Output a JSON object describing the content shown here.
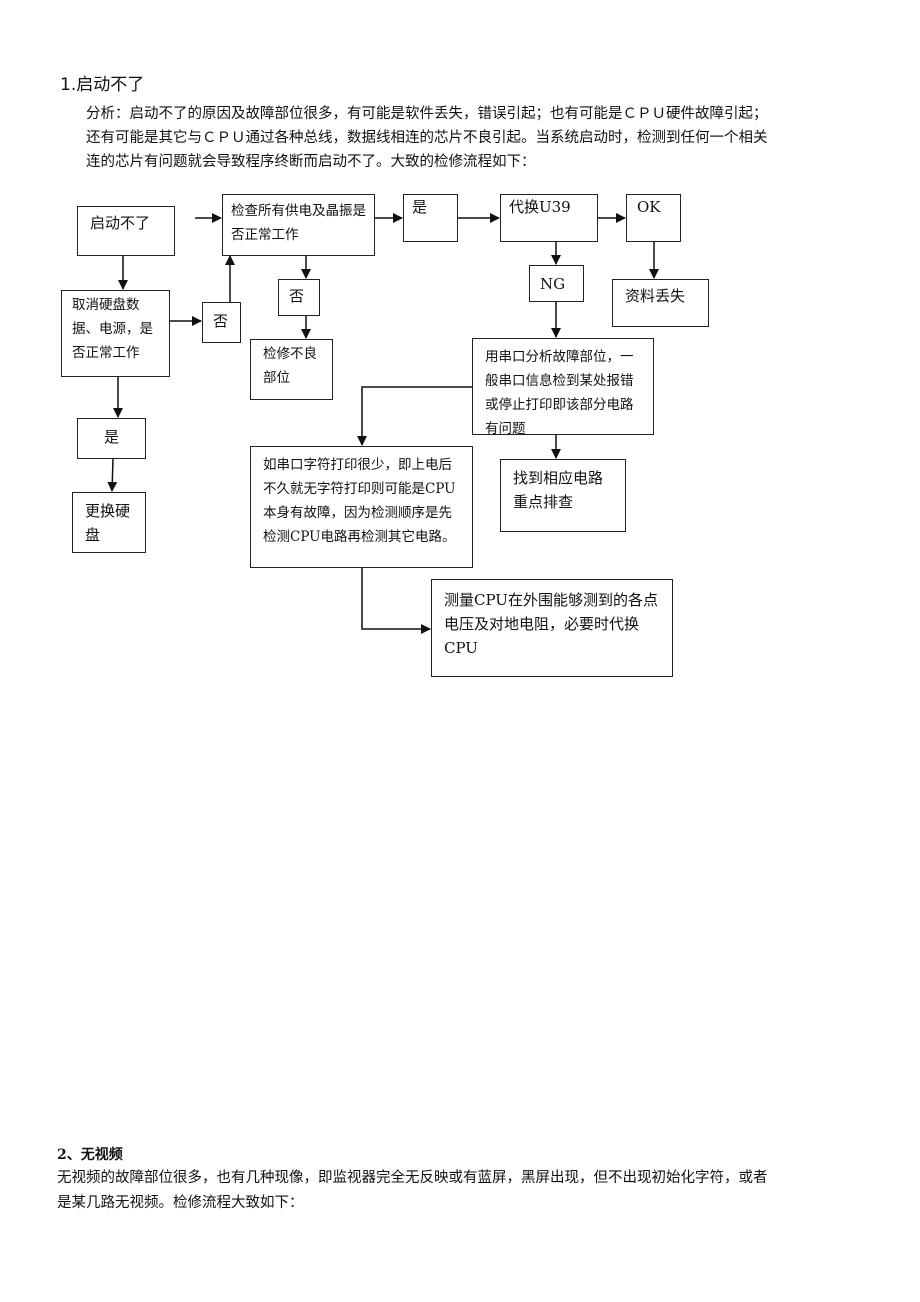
{
  "section1": {
    "title": "1.启动不了",
    "paragraph": [
      "分析：启动不了的原因及故障部位很多，有可能是软件丢失，错误引起；也有可能是ＣＰＵ硬件故障引起；",
      "还有可能是其它与ＣＰＵ通过各种总线，数据线相连的芯片不良引起。当系统启动时，检测到任何一个相关",
      "连的芯片有问题就会导致程序终断而启动不了。大致的检修流程如下："
    ]
  },
  "flowchart": {
    "start": "启动不了",
    "check_power": "检查所有供电及晶振是否正常工作",
    "yes_top": "是",
    "replace_u39": "代换U39",
    "ok": "OK",
    "no_check": "否",
    "ng": "NG",
    "data_lost": "资料丢失",
    "cancel_hdd": "取消硬盘数据、电源，是否正常工作",
    "no_mid": "否",
    "repair_bad": "检修不良部位",
    "serial_analysis": "用串口分析故障部位，一般串口信息检到某处报错或停止打印即该部分电路有问题",
    "yes_left": "是",
    "replace_hdd": "更换硬盘",
    "serial_few": "如串口字符打印很少，即上电后不久就无字符打印则可能是CPU本身有故障，因为检测顺序是先检测CPU电路再检测其它电路。",
    "find_circuit": "找到相应电路重点排查",
    "measure_cpu": "测量CPU在外围能够测到的各点电压及对地电阻，必要时代换CPU"
  },
  "section2": {
    "title": "2、无视频",
    "paragraph": [
      "无视频的故障部位很多，也有几种现像，即监视器完全无反映或有蓝屏，黑屏出现，但不出现初始化字符，或者",
      "是某几路无视频。检修流程大致如下："
    ]
  }
}
